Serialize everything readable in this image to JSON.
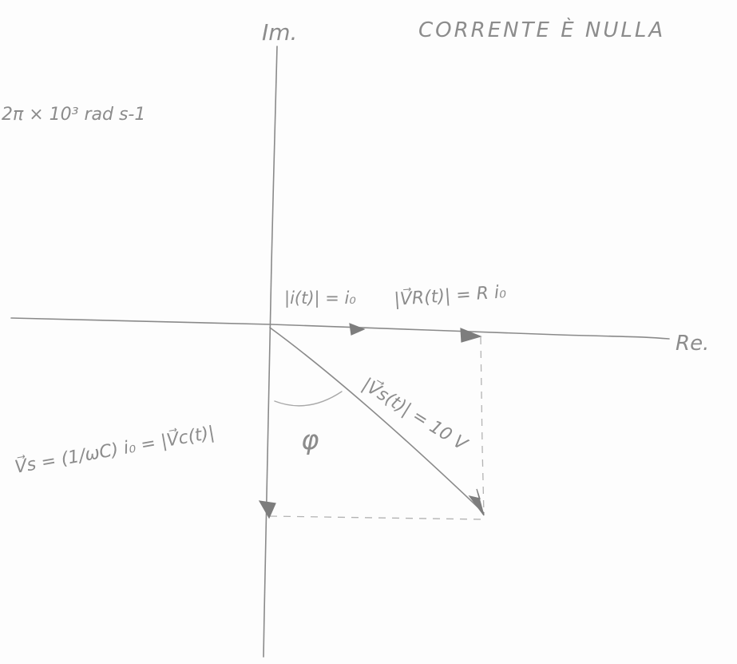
{
  "diagram": {
    "axis_imaginary_label": "Im.",
    "axis_real_label": "Re.",
    "header_note": "CORRENTE È NULLA",
    "omega_value": "2π × 10³ rad s-1",
    "current_label": "|i(t)| = i₀",
    "vr_label": "|V⃗R(t)| = R i₀",
    "vc_label": "V⃗s = (1/ωC) i₀ = |V⃗c(t)|",
    "vs_label": "|V⃗s(t)| = 10 V",
    "angle_label": "φ"
  }
}
